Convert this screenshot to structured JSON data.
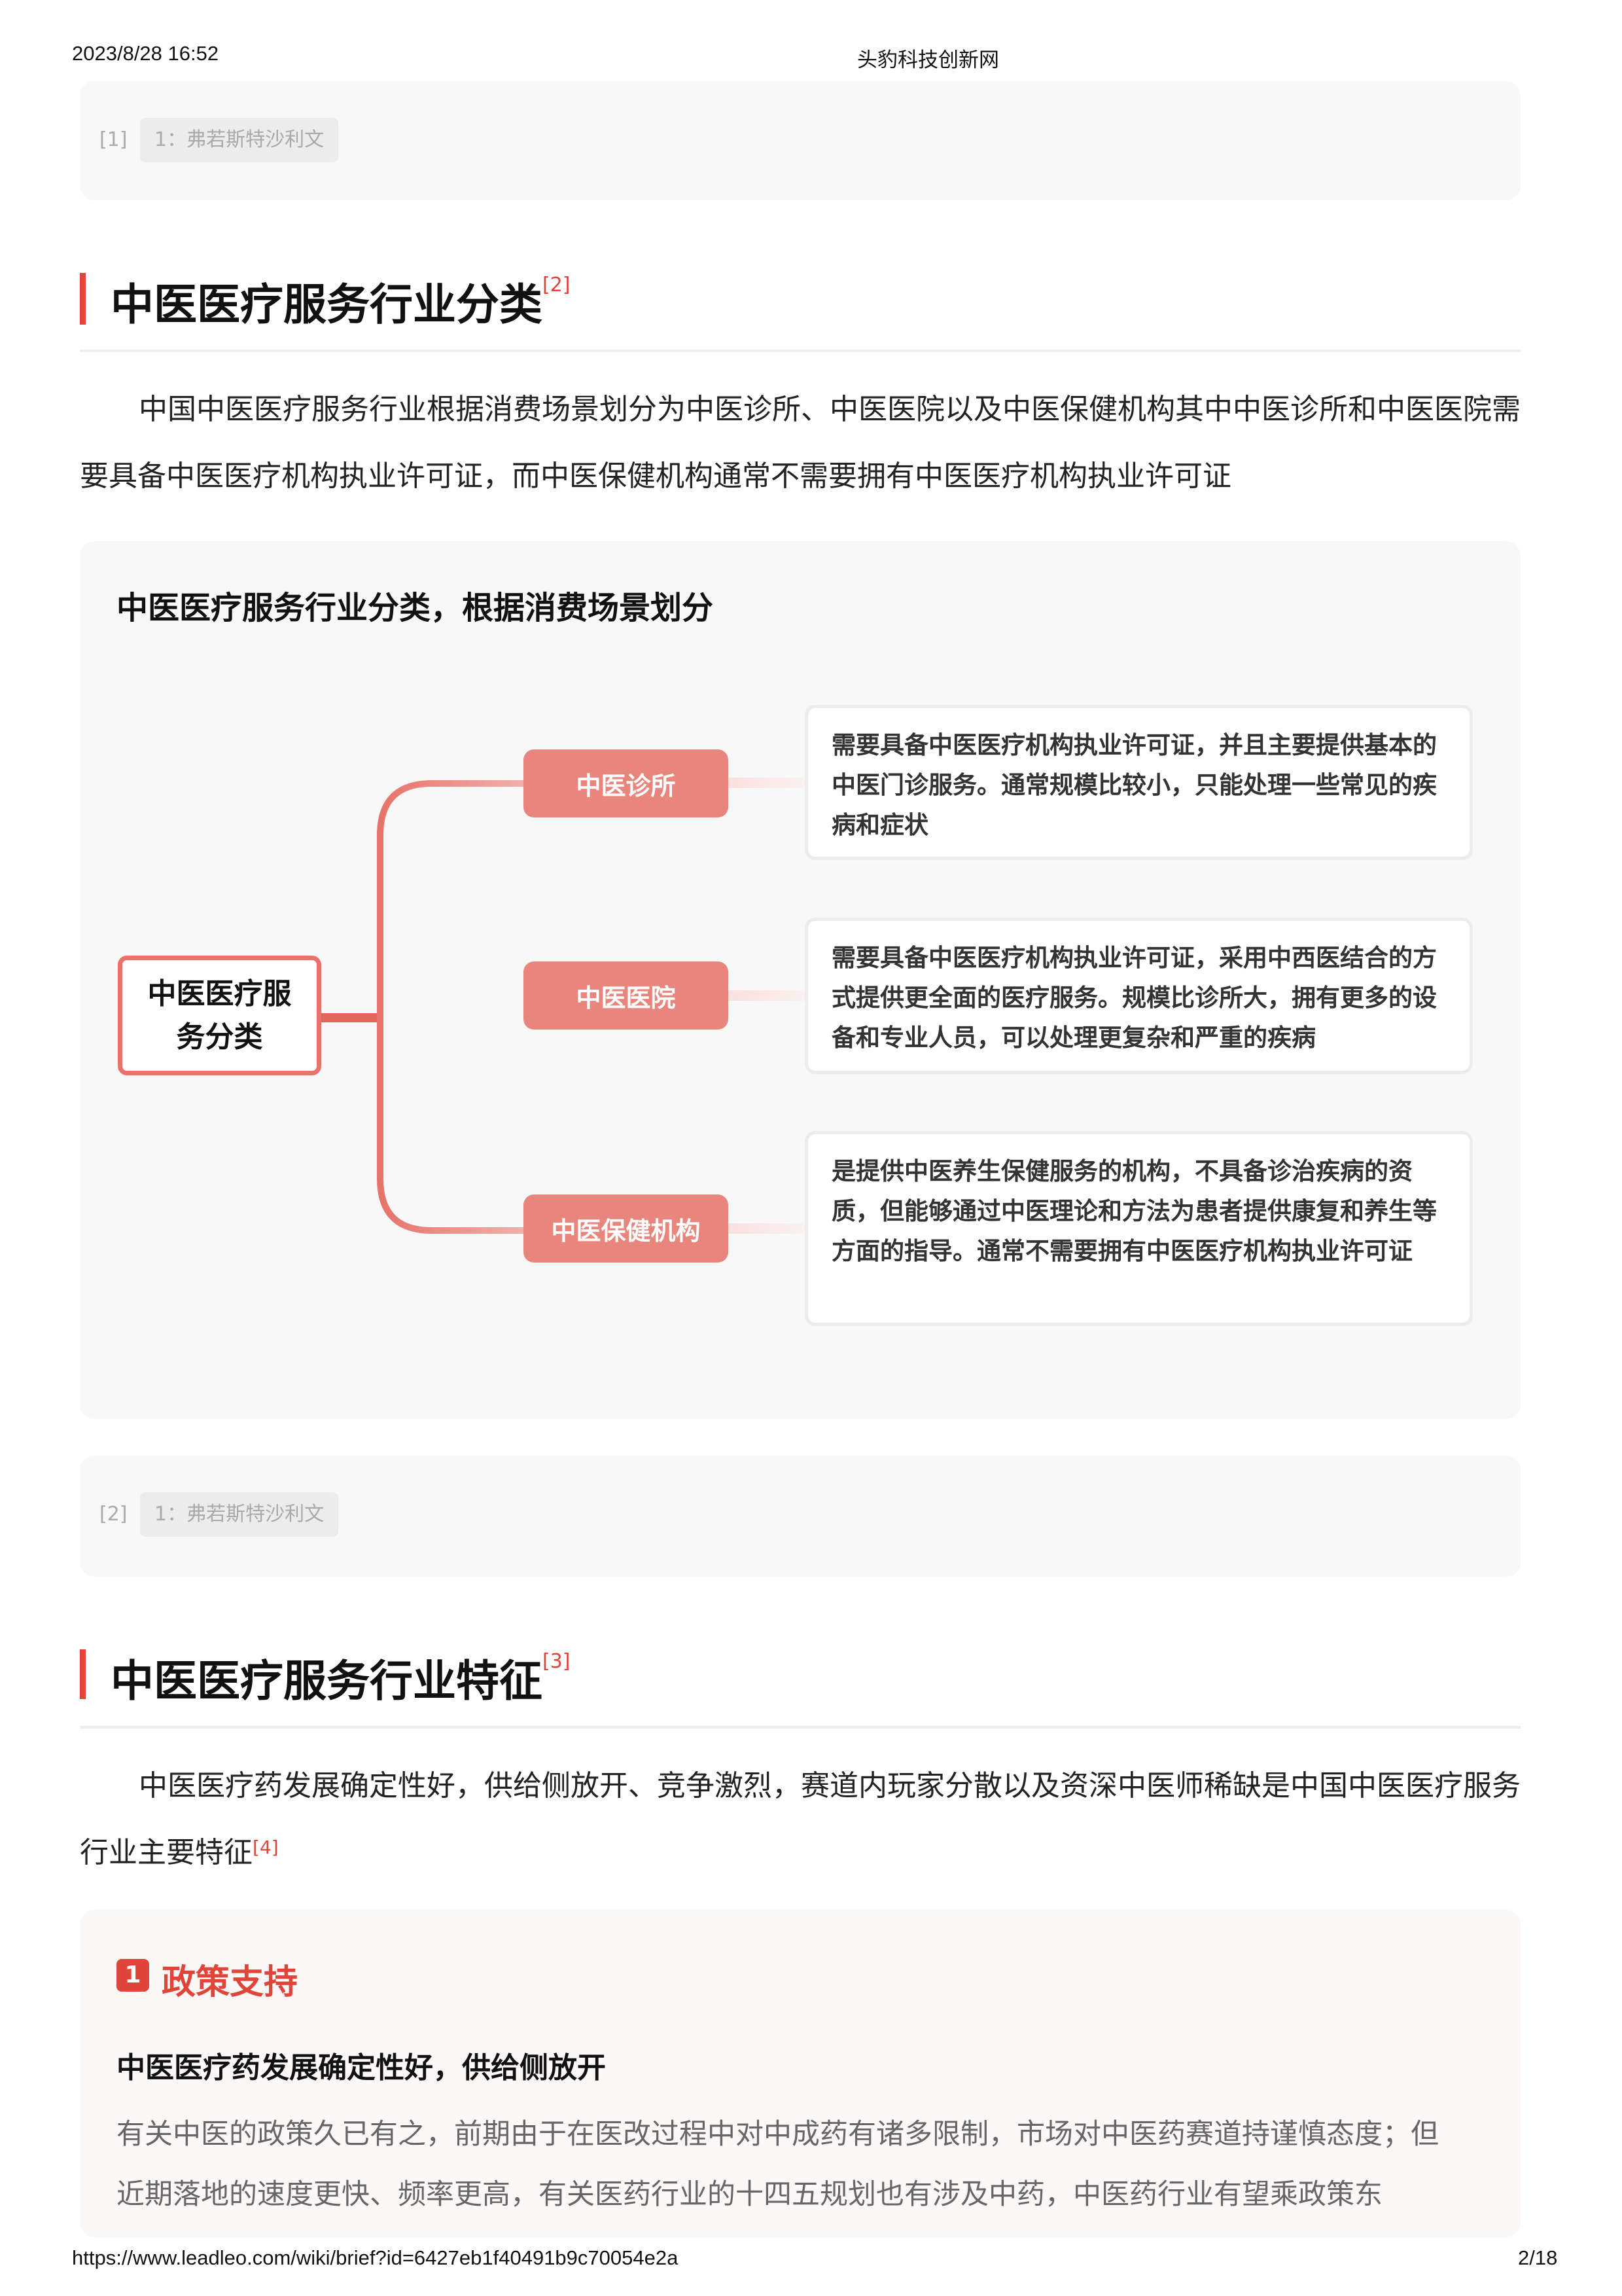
{
  "header": {
    "datetime": "2023/8/28 16:52",
    "site": "头豹科技创新网"
  },
  "ref1": {
    "num": "[1]",
    "tag": "1：弗若斯特沙利文"
  },
  "section1": {
    "title": "中医医疗服务行业分类",
    "sup": "[2]",
    "paragraph": "中国中医医疗服务行业根据消费场景划分为中医诊所、中医医院以及中医保健机构其中中医诊所和中医医院需要具备中医医疗机构执业许可证，而中医保健机构通常不需要拥有中医医疗机构执业许可证"
  },
  "diagram": {
    "title": "中医医疗服务行业分类，根据消费场景划分",
    "root": "中医医疗服务分类",
    "branches": [
      {
        "label": "中医诊所",
        "desc": "需要具备中医医疗机构执业许可证，并且主要提供基本的中医门诊服务。通常规模比较小，只能处理一些常见的疾病和症状"
      },
      {
        "label": "中医医院",
        "desc": "需要具备中医医疗机构执业许可证，采用中西医结合的方式提供更全面的医疗服务。规模比诊所大，拥有更多的设备和专业人员，可以处理更复杂和严重的疾病"
      },
      {
        "label": "中医保健机构",
        "desc": "是提供中医养生保健服务的机构，不具备诊治疾病的资质，但能够通过中医理论和方法为患者提供康复和养生等方面的指导。通常不需要拥有中医医疗机构执业许可证"
      }
    ]
  },
  "ref2": {
    "num": "[2]",
    "tag": "1：弗若斯特沙利文"
  },
  "section2": {
    "title": "中医医疗服务行业特征",
    "sup": "[3]",
    "paragraph": "中医医疗药发展确定性好，供给侧放开、竞争激烈，赛道内玩家分散以及资深中医师稀缺是中国中医医疗服务行业主要特征",
    "para_sup": "[4]"
  },
  "feature1": {
    "num": "1",
    "title": "政策支持",
    "subtitle": "中医医疗药发展确定性好，供给侧放开",
    "body": "有关中医的政策久已有之，前期由于在医改过程中对中成药有诸多限制，市场对中医药赛道持谨慎态度；但近期落地的速度更快、频率更高，有关医药行业的十四五规划也有涉及中药，中医药行业有望乘政策东"
  },
  "footer": {
    "url": "https://www.leadleo.com/wiki/brief?id=6427eb1f40491b9c70054e2a",
    "page": "2/18"
  },
  "colors": {
    "accent": "#e0453a",
    "node": "#e8857d",
    "line": "#e7736a"
  }
}
